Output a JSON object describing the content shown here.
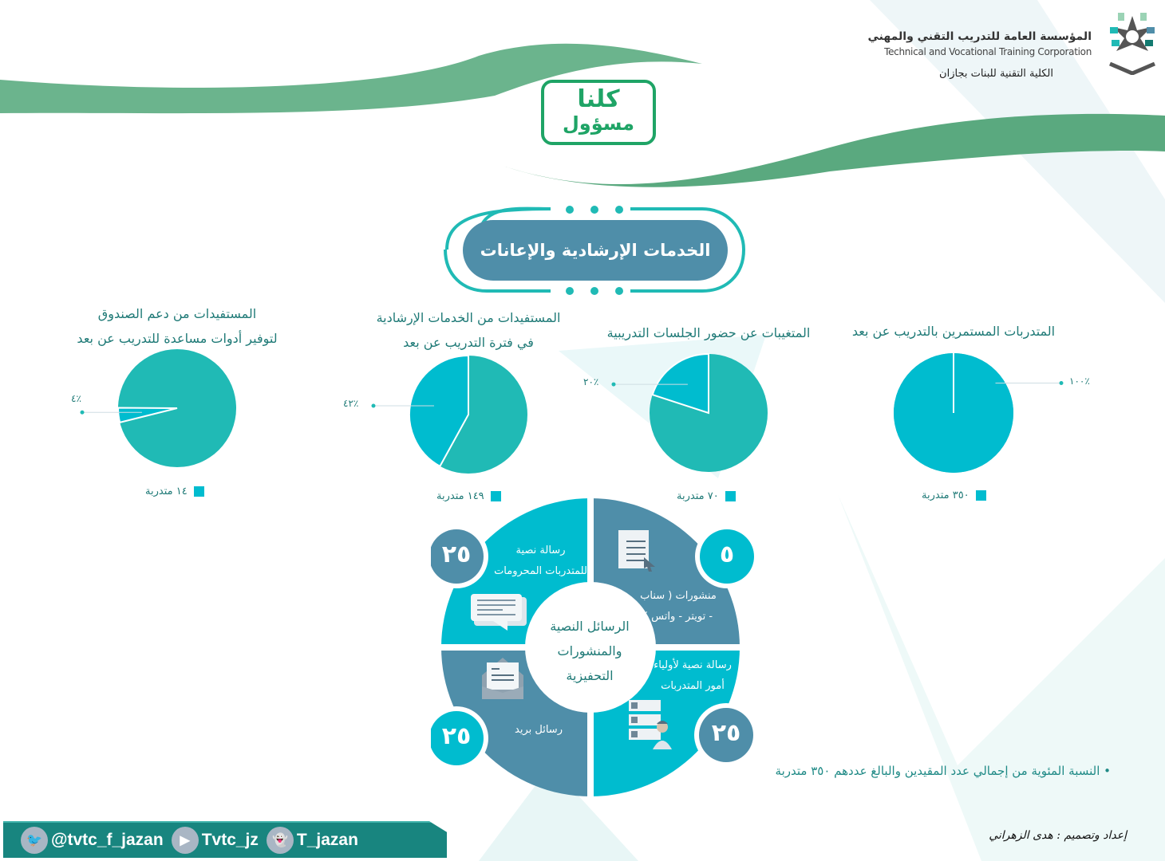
{
  "header": {
    "org_ar": "المؤسسة العامة للتدريب التقني والمهني",
    "org_en": "Technical and Vocational Training Corporation",
    "college": "الكلية التقنية للبنات بجازان",
    "campaign_line1": "كلنا",
    "campaign_line2": "مسؤول",
    "title": "الخدمات الإرشادية  والإعانات"
  },
  "colors": {
    "cyan": "#00bccf",
    "teal": "#20bab5",
    "steel": "#4f8ea9",
    "green": "#5aa97f"
  },
  "chart_data": [
    {
      "type": "pie",
      "title_lines": [
        "المتدربات المستمرين بالتدريب عن بعد"
      ],
      "highlight_percent": 100,
      "pct_label": "٪١٠٠",
      "legend": "٣٥٠ متدربة",
      "value": 350
    },
    {
      "type": "pie",
      "title_lines": [
        "المتغيبات عن حضور الجلسات التدريبية"
      ],
      "highlight_percent": 20,
      "pct_label": "٪٢٠",
      "legend": "٧٠ متدربة",
      "value": 70
    },
    {
      "type": "pie",
      "title_lines": [
        "المستفيدات من الخدمات الإرشادية",
        "في فترة التدريب عن بعد"
      ],
      "highlight_percent": 42,
      "pct_label": "٪٤٢",
      "legend": "١٤٩ متدربة",
      "value": 149
    },
    {
      "type": "pie",
      "title_lines": [
        "المستفيدات من دعم الصندوق",
        "لتوفير أدوات مساعدة للتدريب عن بعد"
      ],
      "highlight_percent": 4,
      "pct_label": "٪٤",
      "legend": "١٤ متدربة",
      "value": 14
    }
  ],
  "messages": {
    "center_lines": [
      "الرسائل النصية",
      "والمنشورات",
      "التحفيزية"
    ],
    "quadrants": [
      {
        "lines": [
          "رسالة نصية",
          "للمتدربات المحرومات"
        ],
        "count": "٢٥",
        "icon": "chat-bubble-icon"
      },
      {
        "lines": [
          "منشورات ( سناب",
          "- تويتر - واتس )"
        ],
        "count": "٥",
        "icon": "document-list-icon"
      },
      {
        "lines": [
          "رسائل بريد"
        ],
        "count": "٢٥",
        "icon": "envelope-icon"
      },
      {
        "lines": [
          "رسالة نصية لأولياء",
          "أمور المتدربات"
        ],
        "count": "٢٥",
        "icon": "checklist-person-icon"
      }
    ]
  },
  "note": "النسبة المئوية من إجمالي عدد المقيدين والبالغ عددهم ٣٥٠ متدربة",
  "credit": "إعداد وتصميم : هدى الزهراني",
  "social": [
    {
      "icon": "twitter-icon",
      "handle": "@tvtc_f_jazan"
    },
    {
      "icon": "youtube-icon",
      "handle": "Tvtc_jz"
    },
    {
      "icon": "snapchat-icon",
      "handle": "T_jazan"
    }
  ]
}
